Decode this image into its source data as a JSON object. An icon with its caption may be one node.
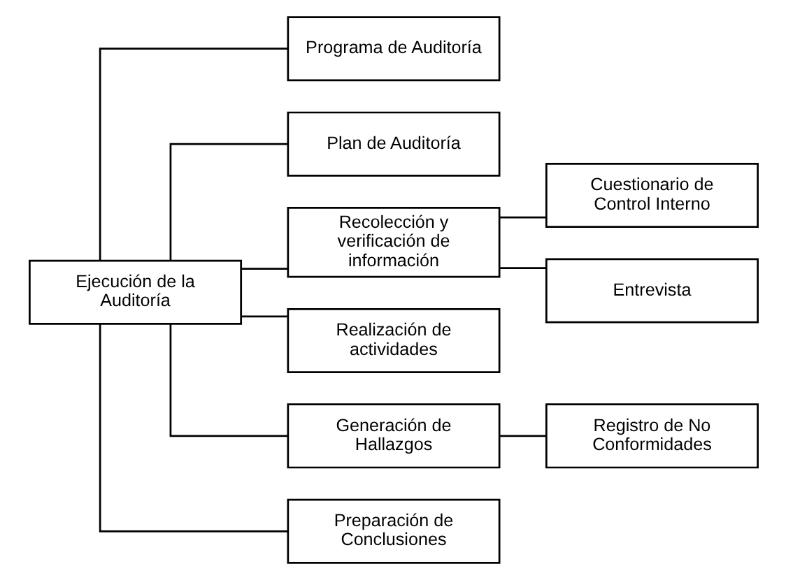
{
  "diagram": {
    "nodes": [
      {
        "text": [
          "Ejecución de la Auditoría"
        ]
      },
      {
        "text": [
          "Programa de Auditoría"
        ]
      },
      {
        "text": [
          "Plan de Auditoría"
        ]
      },
      {
        "text": [
          "Recolección y verificación de información"
        ]
      },
      {
        "text": [
          "Cuestionario de Control Interno"
        ]
      },
      {
        "text": [
          "Entrevista"
        ]
      },
      {
        "text": [
          "Realización de actividades"
        ]
      },
      {
        "text": [
          "Generación de Hallazgos"
        ]
      },
      {
        "text": [
          "Registro de No Conformidades"
        ]
      },
      {
        "text": [
          "Preparación de Conclusiones"
        ]
      }
    ],
    "edges": [
      {
        "from": 0,
        "to": 1,
        "arrow": "none"
      },
      {
        "from": 0,
        "to": 2,
        "arrow": "none"
      },
      {
        "from": 0,
        "to": 3,
        "arrow": "none"
      },
      {
        "from": 0,
        "to": 6,
        "arrow": "none"
      },
      {
        "from": 0,
        "to": 7,
        "arrow": "none"
      },
      {
        "from": 0,
        "to": 9,
        "arrow": "none"
      },
      {
        "from": 3,
        "to": 4,
        "arrow": "none"
      },
      {
        "from": 3,
        "to": 5,
        "arrow": "none"
      },
      {
        "from": 7,
        "to": 8,
        "arrow": "none"
      }
    ]
  }
}
